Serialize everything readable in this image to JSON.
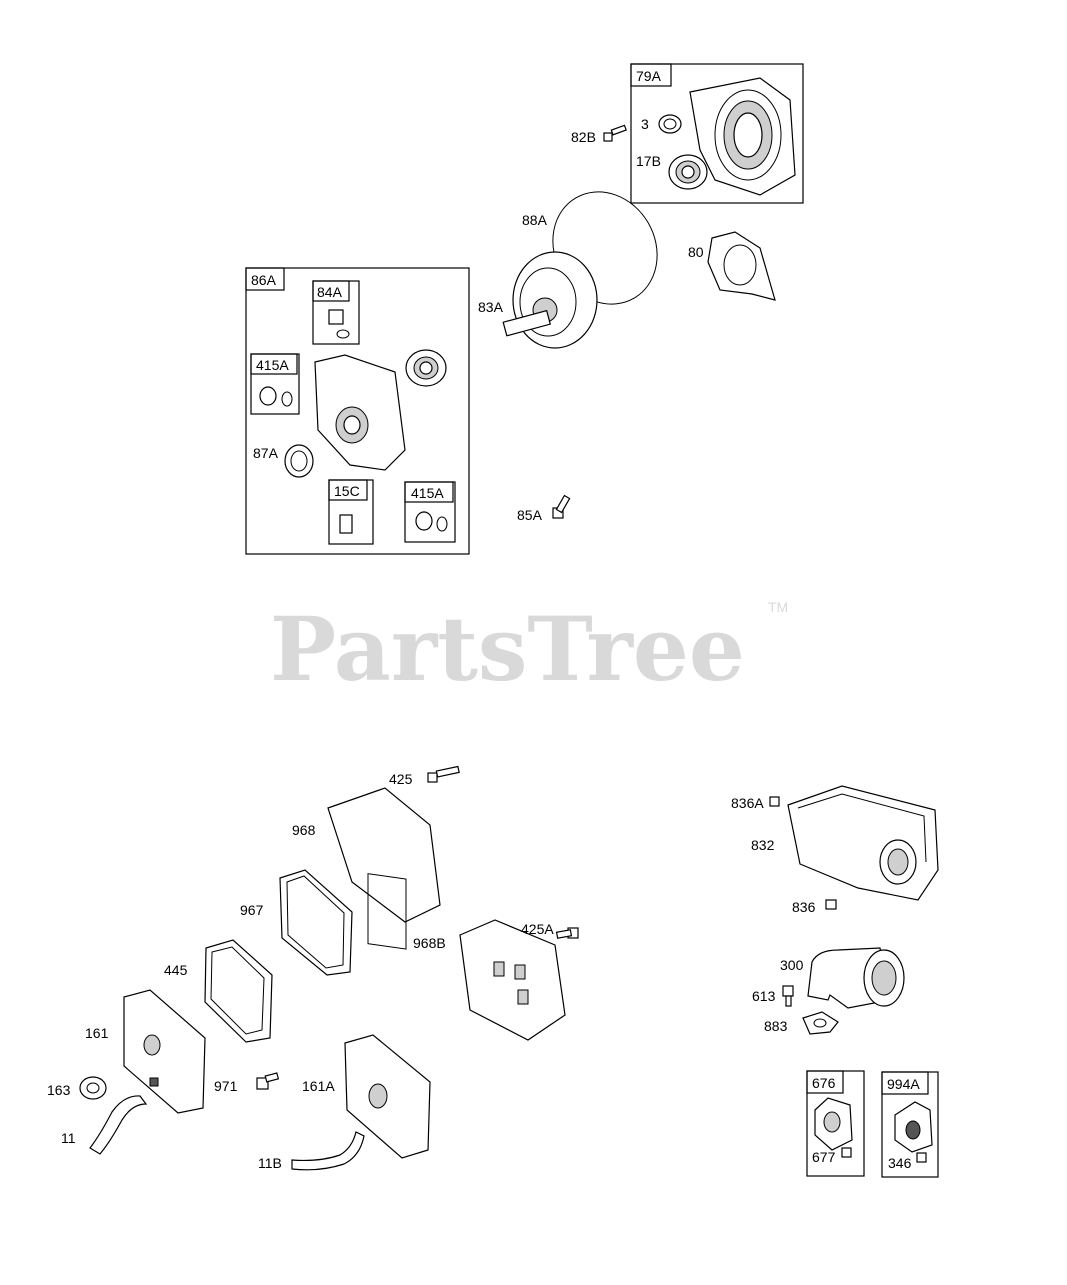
{
  "watermark": {
    "text": "PartsTree",
    "tm": "TM"
  },
  "groups": {
    "g79A": "79A",
    "g86A": "86A",
    "g84A": "84A",
    "g415A_1": "415A",
    "g15C": "15C",
    "g415A_2": "415A",
    "g676": "676",
    "g994A": "994A"
  },
  "labels": {
    "l82B": "82B",
    "l3": "3",
    "l17B": "17B",
    "l88A": "88A",
    "l80": "80",
    "l83A": "83A",
    "l87A": "87A",
    "l85A": "85A",
    "l425": "425",
    "l968": "968",
    "l967": "967",
    "l968B": "968B",
    "l425A": "425A",
    "l445": "445",
    "l161": "161",
    "l163": "163",
    "l971": "971",
    "l161A": "161A",
    "l11": "11",
    "l11B": "11B",
    "l836A": "836A",
    "l832": "832",
    "l836": "836",
    "l300": "300",
    "l613": "613",
    "l883": "883",
    "l677": "677",
    "l346": "346"
  }
}
